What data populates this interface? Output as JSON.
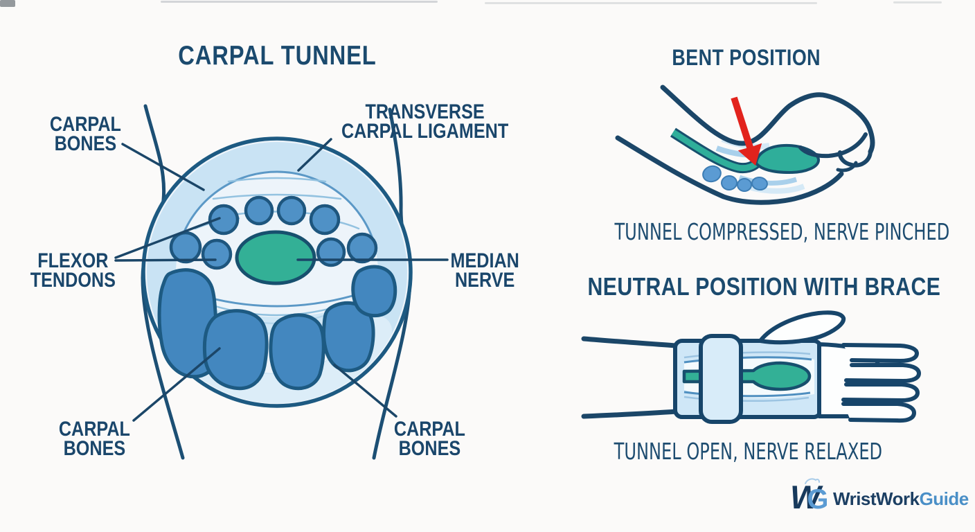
{
  "page": {
    "background": "#fbfaf9",
    "outline_navy": "#1b4668",
    "text_navy": "#1a466b",
    "bone_blue": "#4387bf",
    "tendon_blue": "#4f91c6",
    "nerve_teal": "#33b096",
    "ligament_lightblue": "#c9e3f4",
    "arrow_red": "#e2231d"
  },
  "left_panel": {
    "title": "CARPAL TUNNEL",
    "labels": {
      "carpal_bones_top": {
        "line1": "CARPAL",
        "line2": "BONES"
      },
      "transverse_carpal_ligament": {
        "line1": "TRANSVERSE",
        "line2": "CARPAL LIGAMENT"
      },
      "flexor_tendons": {
        "line1": "FLEXOR",
        "line2": "TENDONS"
      },
      "median_nerve": {
        "line1": "MEDIAN",
        "line2": "NERVE"
      },
      "carpal_bones_bottom_left": {
        "line1": "CARPAL",
        "line2": "BONES"
      },
      "carpal_bones_bottom_right": {
        "line1": "CARPAL",
        "line2": "BONES"
      }
    }
  },
  "right_panel": {
    "bent_position": {
      "title": "BENT POSITION",
      "caption": "TUNNEL COMPRESSED, NERVE PINCHED"
    },
    "neutral_position": {
      "title": "NEUTRAL POSITION WITH BRACE",
      "caption": "TUNNEL OPEN, NERVE RELAXED"
    }
  },
  "footer": {
    "logo": {
      "monogram_w": "W",
      "monogram_g": "G",
      "brand_primary": "WristWork",
      "brand_secondary": "Guide"
    }
  }
}
